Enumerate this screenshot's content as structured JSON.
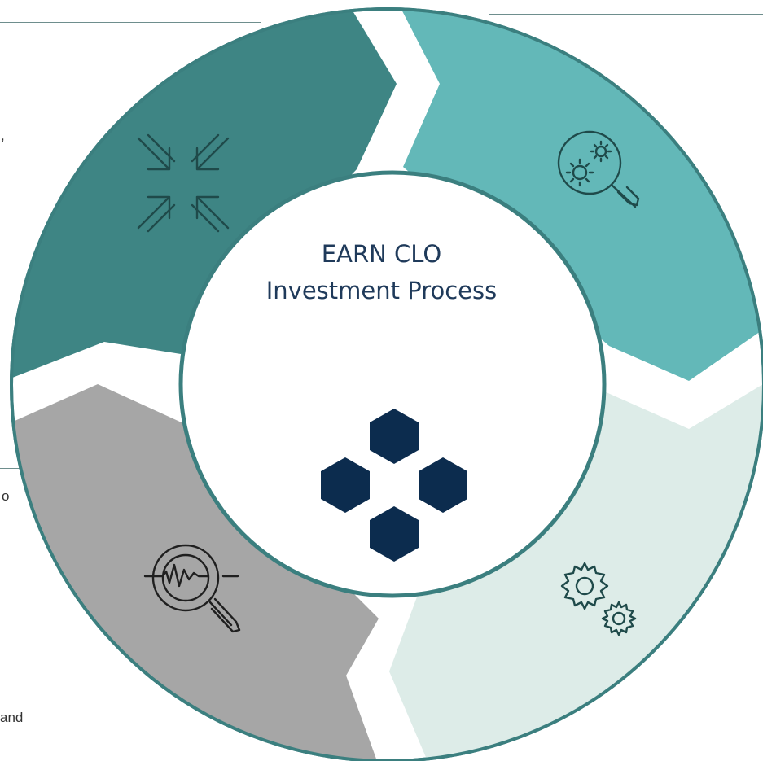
{
  "center": {
    "title_line1": "EARN CLO",
    "title_line2": "Investment Process",
    "logo": "hexagon-cluster-logo"
  },
  "segments": [
    {
      "name": "top-left",
      "color": "#3e8584",
      "icon": "compress-arrows-icon"
    },
    {
      "name": "top-right",
      "color": "#63b8b8",
      "icon": "gears-magnifier-icon"
    },
    {
      "name": "bottom-right",
      "color": "#ddece8",
      "icon": "gears-icon"
    },
    {
      "name": "bottom-left",
      "color": "#a6a6a6",
      "icon": "waveform-magnifier-icon"
    }
  ],
  "edge_text": {
    "left_1": ",",
    "left_2": "o",
    "left_3": "and"
  },
  "colors": {
    "ring_outline": "#3b7f7f",
    "logo_navy": "#0c2c4e",
    "text_navy": "#1f3a5a"
  }
}
